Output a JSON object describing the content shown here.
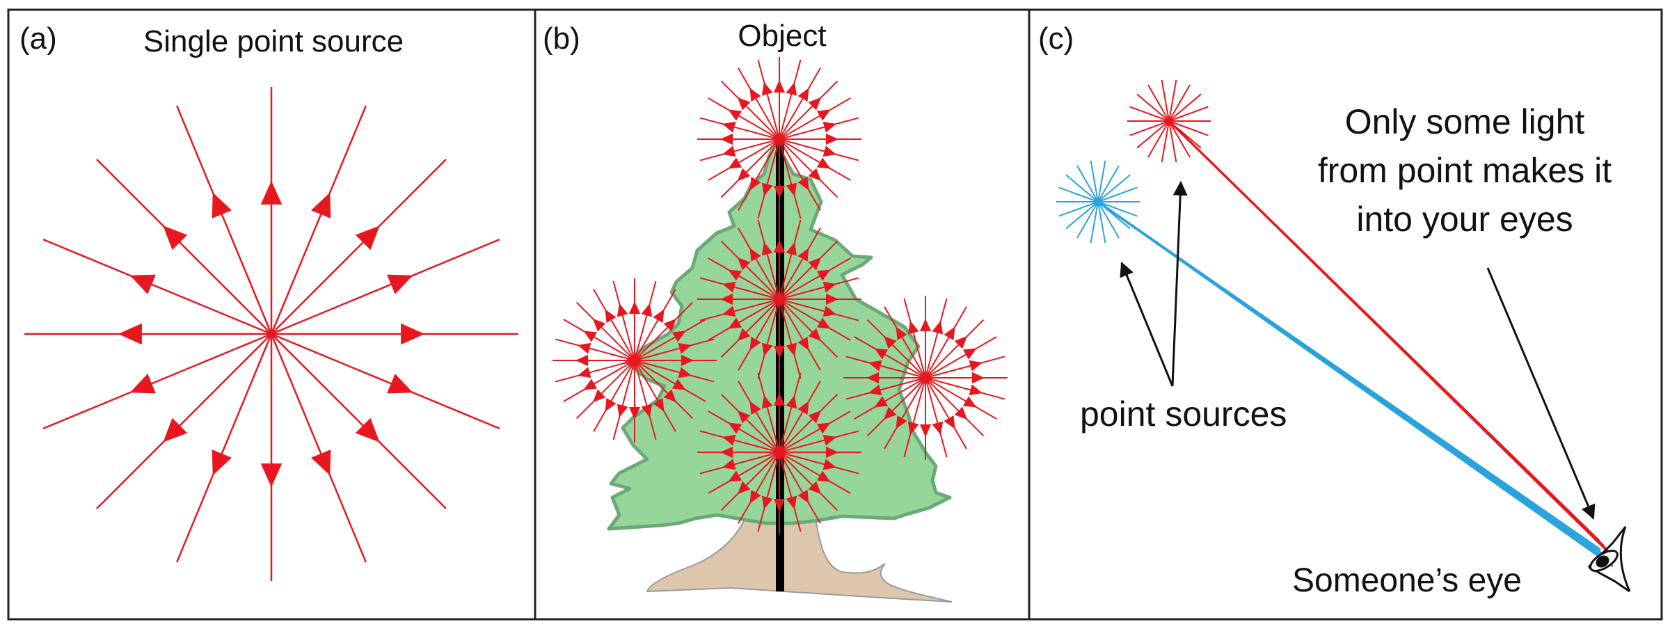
{
  "panels": [
    {
      "letter": "(a)",
      "title": "Single point source"
    },
    {
      "letter": "(b)",
      "title": "Object"
    },
    {
      "letter": "(c)",
      "title": ""
    }
  ],
  "panel_c": {
    "caption_lines": [
      "Only some light",
      "from point makes it",
      "into your eyes"
    ],
    "point_sources_label": "point sources",
    "eye_label": "Someone’s eye"
  },
  "colors": {
    "ray": "#e8171f",
    "blue_ray": "#29a3dd",
    "tree_fill": "#96d69b",
    "tree_outline": "#6aa978",
    "trunk": "#dcc7ad",
    "frame": "#222222"
  },
  "icons": [
    "eye-icon"
  ]
}
